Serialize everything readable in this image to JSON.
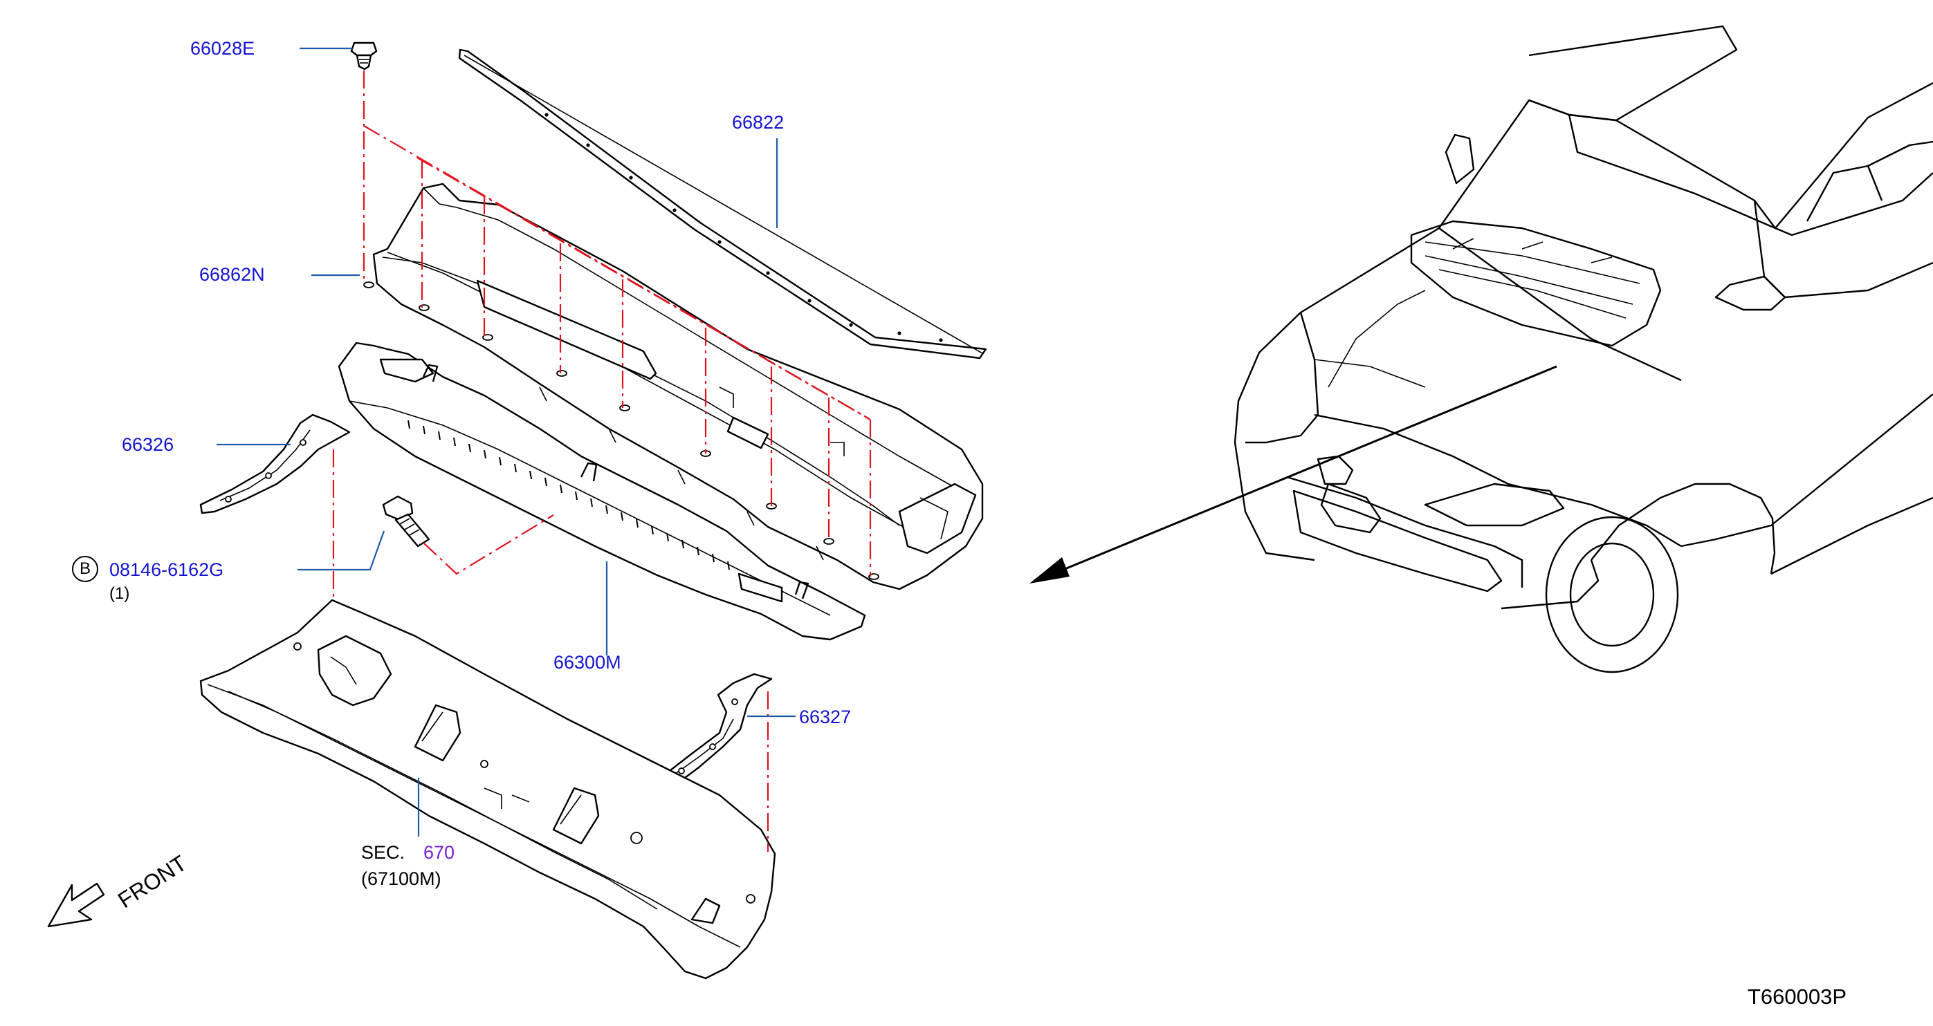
{
  "callouts": {
    "p66028e": "66028E",
    "p66822": "66822",
    "p66862n": "66862N",
    "p66326": "66326",
    "p08146": "08146-6162G",
    "p08146_qty": "(1)",
    "bolt_circle": "B",
    "p66300m": "66300M",
    "p66327": "66327",
    "sec_label": "SEC.",
    "sec_num": "670",
    "sec_part": "(67100M)"
  },
  "front_label": "FRONT",
  "ref_code": "T660003P",
  "colors": {
    "part_number": "#1414d2",
    "section_number": "#7a1fd6",
    "phantom_line": "#e0141e",
    "leader_line": "#1e5aa8",
    "outline": "#000000"
  },
  "icons": [
    "clip-icon",
    "bolt-icon",
    "front-arrow-icon"
  ]
}
